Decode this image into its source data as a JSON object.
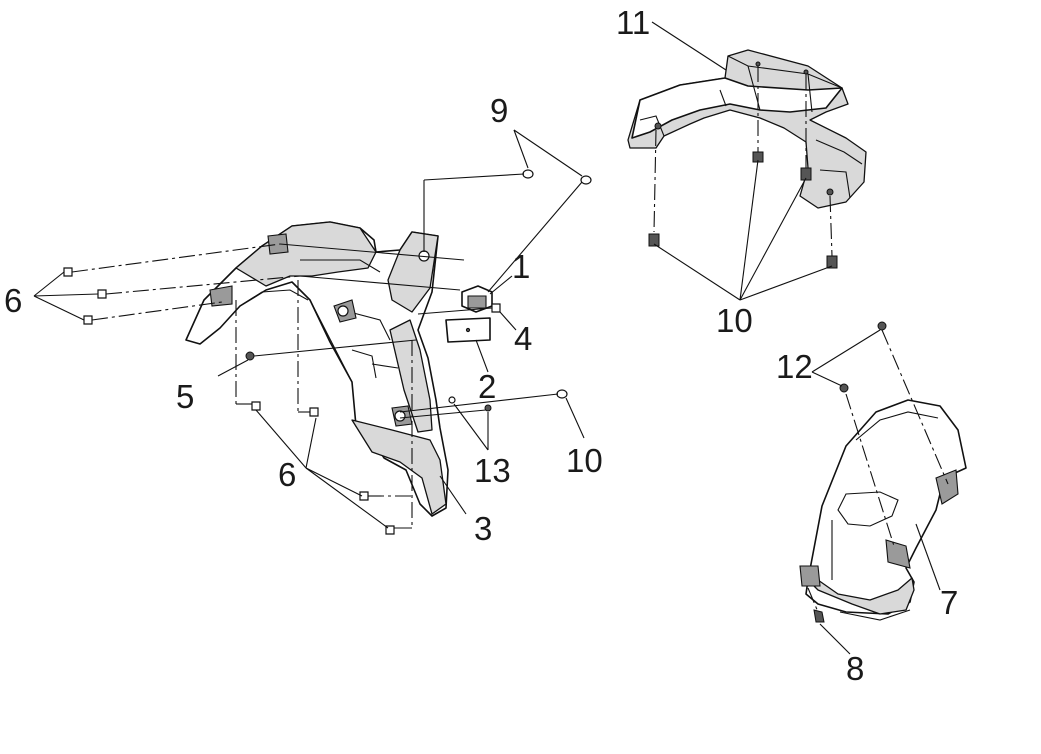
{
  "callouts": {
    "c1": "1",
    "c2": "2",
    "c3": "3",
    "c4": "4",
    "c5": "5",
    "c6a": "6",
    "c6b": "6",
    "c7": "7",
    "c8": "8",
    "c9": "9",
    "c10a": "10",
    "c10b": "10",
    "c11": "11",
    "c12": "12",
    "c13": "13"
  }
}
